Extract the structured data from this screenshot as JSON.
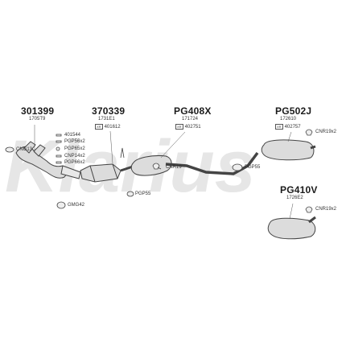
{
  "watermark": {
    "text": "Klarius",
    "color": "#e6e6e6"
  },
  "parts": {
    "p301399": {
      "code": "301399",
      "ref": "1705T9"
    },
    "p370339": {
      "code": "370339",
      "ref": "1731E1",
      "box": "XR",
      "sub": "401612"
    },
    "pg408x": {
      "code": "PG408X",
      "ref": "171724",
      "box": "XR",
      "sub": "402751"
    },
    "pg502j": {
      "code": "PG502J",
      "ref": "172610",
      "box": "XR",
      "sub": "402757"
    },
    "pg410v": {
      "code": "PG410V",
      "ref": "1726E2"
    }
  },
  "fittings": {
    "f401544": "401544",
    "pgp56": "PGP56x2",
    "pgp65": "PGP65x2",
    "cnp14": "CNP14x2",
    "pgp66": "PGP66x2",
    "cng13": "CNG13",
    "gmg42": "GMG42",
    "pgp55a": "PGP55",
    "cnr19": "CNR19",
    "pgp55b": "PGP55",
    "cnr19x2a": "CNR19x2",
    "cnr19x2b": "CNR19x2"
  },
  "colors": {
    "line": "#444444",
    "fill": "#dcdcdc",
    "dark": "#555555"
  }
}
